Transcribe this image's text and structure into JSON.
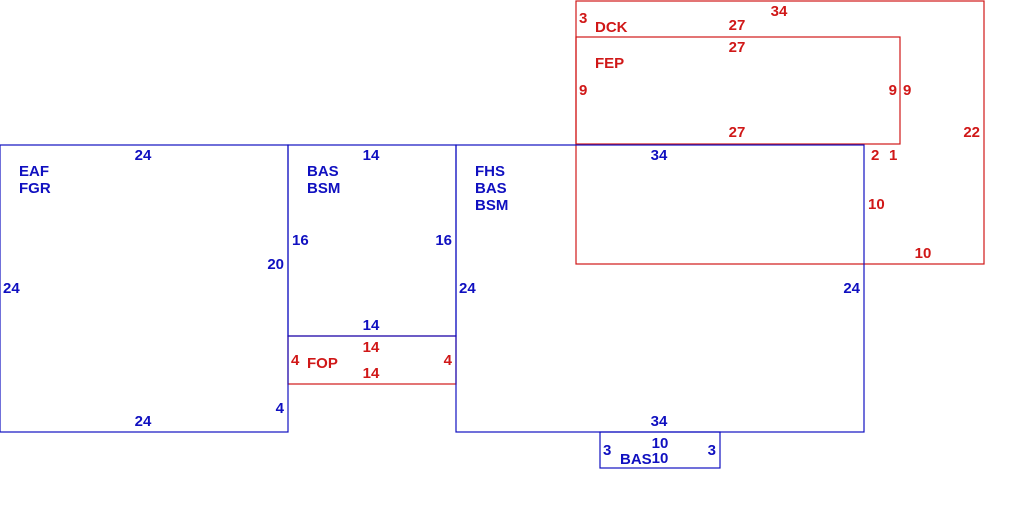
{
  "colors": {
    "building": "#1010c0",
    "exterior": "#d01818"
  },
  "areas": {
    "left": {
      "codes": [
        "EAF",
        "FGR"
      ],
      "dims": {
        "top": "24",
        "bottom": "24",
        "left": "24",
        "right_upper": "20",
        "right_lower": "4"
      }
    },
    "middle": {
      "codes": [
        "BAS",
        "BSM"
      ],
      "dims": {
        "top": "14",
        "bottom": "14",
        "left": "16",
        "right": "16"
      }
    },
    "main": {
      "codes": [
        "FHS",
        "BAS",
        "BSM"
      ],
      "dims": {
        "top": "34",
        "bottom": "34",
        "left": "24",
        "right": "24"
      }
    },
    "bay": {
      "code": "BAS",
      "dims": {
        "top": "10",
        "bottom": "10",
        "left": "3",
        "right": "3"
      }
    },
    "porch": {
      "code": "FOP",
      "dims": {
        "top": "14",
        "bottom": "14",
        "left": "4",
        "right": "4"
      }
    },
    "fep": {
      "code": "FEP",
      "dims": {
        "top": "27",
        "bottom": "27",
        "left": "9",
        "right": "9"
      }
    },
    "deck": {
      "code": "DCK",
      "dims": {
        "top": "34",
        "inner_top": "27",
        "left": "3",
        "right": "22",
        "bottom": "10",
        "step_top": "2",
        "step_mid": "1",
        "step_side": "10",
        "fep_right": "9"
      }
    }
  }
}
